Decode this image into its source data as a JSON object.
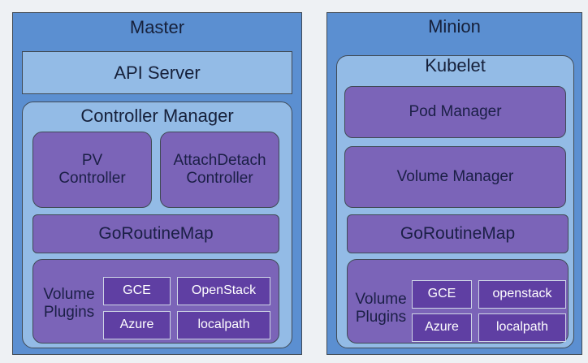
{
  "master": {
    "title": "Master",
    "api_server": "API Server",
    "controller_manager": {
      "title": "Controller Manager",
      "pv_controller": [
        "PV",
        "Controller"
      ],
      "attach_detach_controller": [
        "AttachDetach",
        "Controller"
      ],
      "goroutine_map": "GoRoutineMap",
      "volume_plugins": {
        "label": [
          "Volume",
          "Plugins"
        ],
        "plugins": [
          "GCE",
          "OpenStack",
          "Azure",
          "localpath"
        ]
      }
    }
  },
  "minion": {
    "title": "Minion",
    "kubelet": {
      "title": "Kubelet",
      "pod_manager": "Pod Manager",
      "volume_manager": "Volume Manager",
      "goroutine_map": "GoRoutineMap",
      "volume_plugins": {
        "label": [
          "Volume",
          "Plugins"
        ],
        "plugins": [
          "GCE",
          "openstack",
          "Azure",
          "localpath"
        ]
      }
    }
  }
}
